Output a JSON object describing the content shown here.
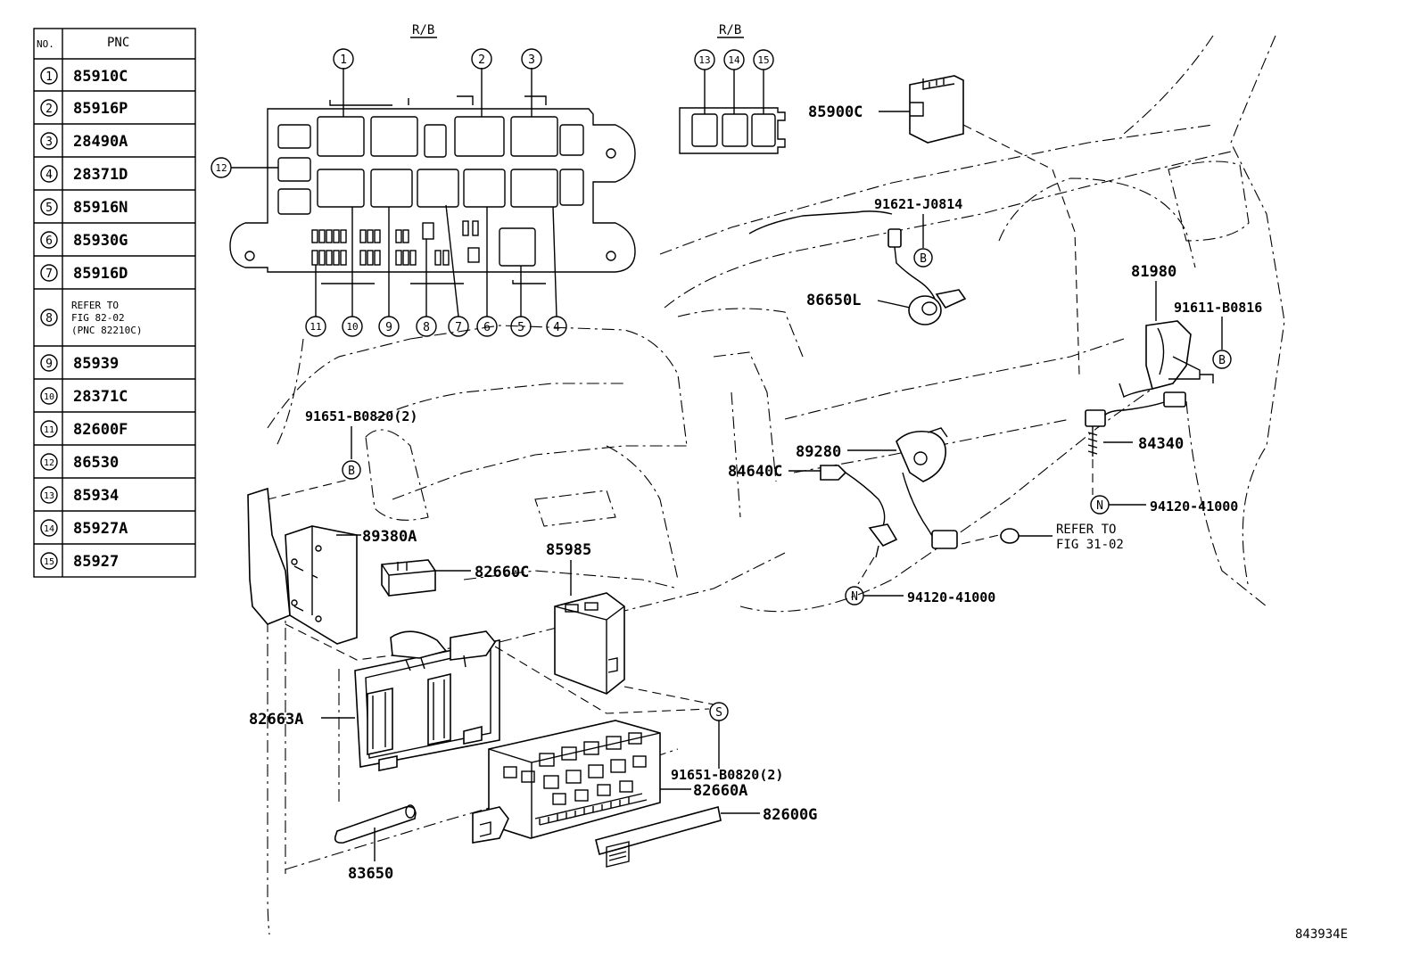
{
  "table": {
    "header_no": "NO.",
    "header_pnc": "PNC",
    "rows": [
      {
        "no": "1",
        "pnc": "85910C"
      },
      {
        "no": "2",
        "pnc": "85916P"
      },
      {
        "no": "3",
        "pnc": "28490A"
      },
      {
        "no": "4",
        "pnc": "28371D"
      },
      {
        "no": "5",
        "pnc": "85916N"
      },
      {
        "no": "6",
        "pnc": "85930G"
      },
      {
        "no": "7",
        "pnc": "85916D"
      },
      {
        "no": "8",
        "pnc_lines": [
          "REFER TO",
          "FIG 82-02",
          "(PNC 82210C)"
        ]
      },
      {
        "no": "9",
        "pnc": "85939"
      },
      {
        "no": "10",
        "pnc": "28371C"
      },
      {
        "no": "11",
        "pnc": "82600F"
      },
      {
        "no": "12",
        "pnc": "86530"
      },
      {
        "no": "13",
        "pnc": "85934"
      },
      {
        "no": "14",
        "pnc": "85927A"
      },
      {
        "no": "15",
        "pnc": "85927"
      }
    ]
  },
  "relay_block_main": {
    "title": "R/B",
    "top_callouts": [
      "1",
      "2",
      "3"
    ],
    "side_callout": "12",
    "bottom_callouts": [
      "11",
      "10",
      "9",
      "8",
      "7",
      "6",
      "5",
      "4"
    ]
  },
  "relay_block_small": {
    "title": "R/B",
    "callouts": [
      "13",
      "14",
      "15"
    ]
  },
  "part_labels": {
    "p85900C": "85900C",
    "p91621": "91621-J0814",
    "p86650L": "86650L",
    "p81980": "81980",
    "p91611": "91611-B0816",
    "p89280": "89280",
    "p84640C": "84640C",
    "p84340": "84340",
    "p94120_right": "94120-41000",
    "p94120_mid": "94120-41000",
    "refer_31_line1": "REFER TO",
    "refer_31_line2": "FIG 31-02",
    "p91651_top": "91651-B0820(2)",
    "p89380A": "89380A",
    "p82660C": "82660C",
    "p85985": "85985",
    "p82663A": "82663A",
    "p91651_bottom": "91651-B0820(2)",
    "p82660A": "82660A",
    "p82600G": "82600G",
    "p83650": "83650"
  },
  "markers": {
    "b1": "B",
    "b2": "B",
    "b3": "B",
    "n1": "N",
    "n2": "N",
    "s1": "S"
  },
  "figure_id": "843934E"
}
